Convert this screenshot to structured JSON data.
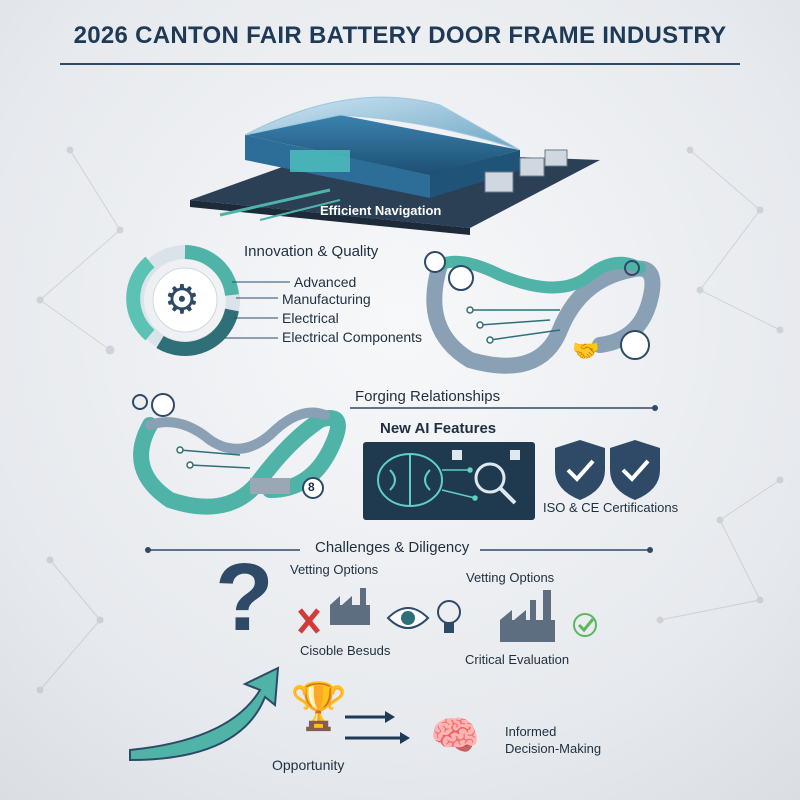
{
  "title": "2026 CANTON FAIR BATTERY DOOR FRAME INDUSTRY",
  "hero": {
    "label": "Efficient Navigation"
  },
  "innovation": {
    "heading": "Innovation & Quality",
    "items": [
      "Advanced",
      "Manufacturing",
      "Electrical",
      "Electrical Components"
    ]
  },
  "relationships": {
    "heading": "Forging Relationships",
    "badge_number": "8"
  },
  "ai": {
    "heading": "New AI Features"
  },
  "certs": {
    "label": "ISO & CE Certifications"
  },
  "challenges": {
    "heading": "Challenges & Diligency",
    "vetting_left": "Vetting Options",
    "vetting_right": "Vetting Options",
    "bad_label": "Cisoble Besuds",
    "eval_label": "Critical Evaluation"
  },
  "outcome": {
    "opportunity": "Opportunity",
    "decision": "Informed\nDecision-Making"
  },
  "colors": {
    "navy": "#1f3a56",
    "teal": "#4fb3a8",
    "dark_teal": "#2e6f78",
    "red": "#d33b3b",
    "green": "#5cb85c"
  }
}
